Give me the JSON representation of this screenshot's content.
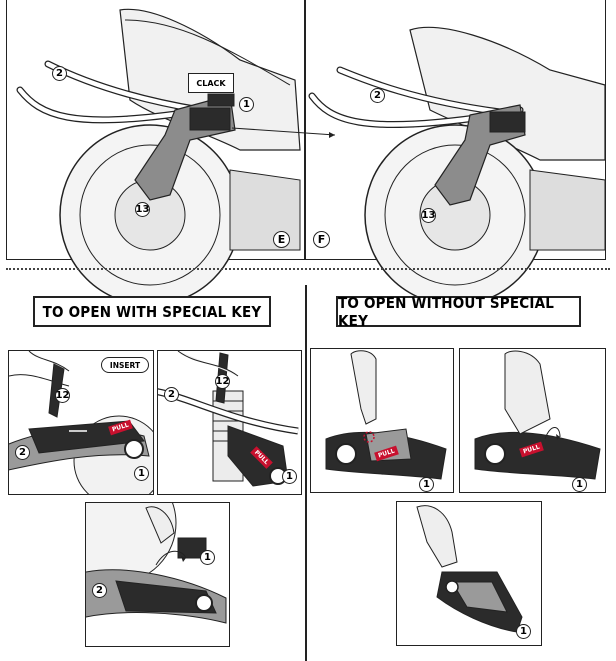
{
  "callouts": {
    "clack": "CLACK",
    "insert": "INSERT",
    "pull": "PULL"
  },
  "step_letters": {
    "e": "E",
    "f": "F"
  },
  "headings": {
    "with_key": "TO OPEN WITH SPECIAL KEY",
    "without_key": "TO OPEN WITHOUT SPECIAL KEY"
  },
  "part_numbers": {
    "one": "1",
    "two": "2",
    "twelve": "12",
    "thirteen": "13"
  },
  "colors": {
    "line": "#222222",
    "pull_red": "#c8102e",
    "part_fill": "#2b2b2b",
    "grey": "#9a9a9a"
  }
}
